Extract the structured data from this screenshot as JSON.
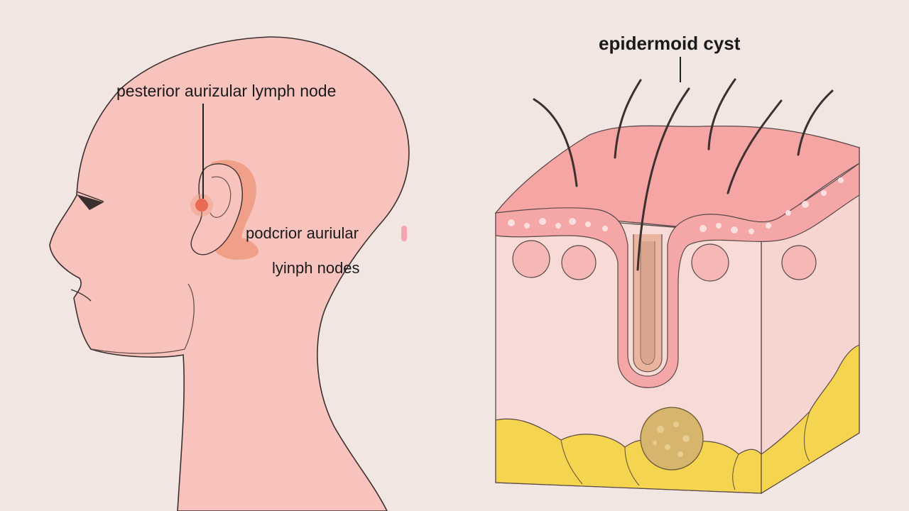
{
  "labels": {
    "posterior_node": "pesterior aurizular lymph node",
    "nodes_line1": "podcrior auriular",
    "nodes_line2": "lyinph nodes",
    "cyst": "epidermoid cyst"
  },
  "colors": {
    "background": "#f1e6e1",
    "skin": "#f8c3bd",
    "skin_outline": "#3a3030",
    "node_highlight": "#ef9a7f",
    "node_marker": "#e2452e",
    "epidermis": "#f5a5a4",
    "dermis": "#f8d6d3",
    "fat": "#f5d44f",
    "cyst": "#d8b56c",
    "hair": "#3d3030"
  }
}
